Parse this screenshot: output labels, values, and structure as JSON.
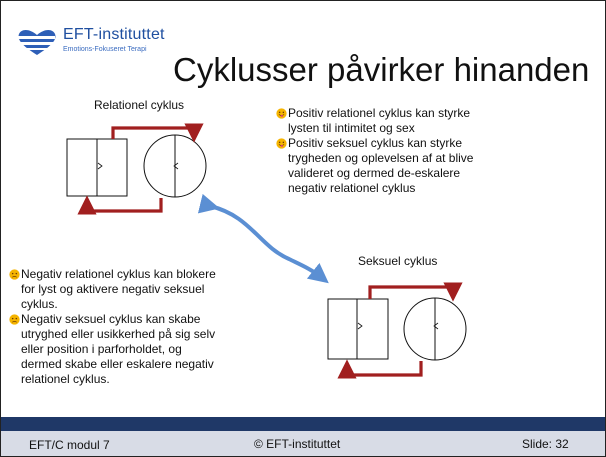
{
  "logo": {
    "name": "EFT-instituttet",
    "subtitle": "Emotions-Fokuseret Terapi"
  },
  "slide": {
    "title": "Cyklusser påvirker hinanden",
    "cycle_labels": {
      "relational": "Relationel cyklus",
      "sexual": "Seksuel cyklus"
    },
    "positive_bullets": [
      "Positiv relationel cyklus kan styrke lysten til intimitet og sex",
      "Positiv seksuel cyklus kan styrke trygheden og oplevelsen af at blive valideret og dermed de-eskalere negativ relationel cyklus"
    ],
    "negative_bullets": [
      "Negativ relationel cyklus kan blokere for lyst og aktivere negativ seksuel cyklus.",
      "Negativ seksuel cyklus kan skabe utryghed eller usikkerhed på sig selv eller position i parforholdet, og dermed skabe eller eskalere negativ relationel cyklus."
    ]
  },
  "footer": {
    "left": "EFT/C modul 7",
    "center": "© EFT-instituttet",
    "right": "Slide: 32"
  },
  "icons": {
    "positive": "smiling-face-with-tongue-icon",
    "negative": "worried-face-icon",
    "link_arrow": "double-headed-curved-arrow-icon"
  },
  "colors": {
    "cycle_arrow": "#a11f1f",
    "link_arrow": "#5b8fd3",
    "footer_bar": "#1f3867",
    "footer_bg": "#d8dce6",
    "brand": "#1f4fa0"
  }
}
